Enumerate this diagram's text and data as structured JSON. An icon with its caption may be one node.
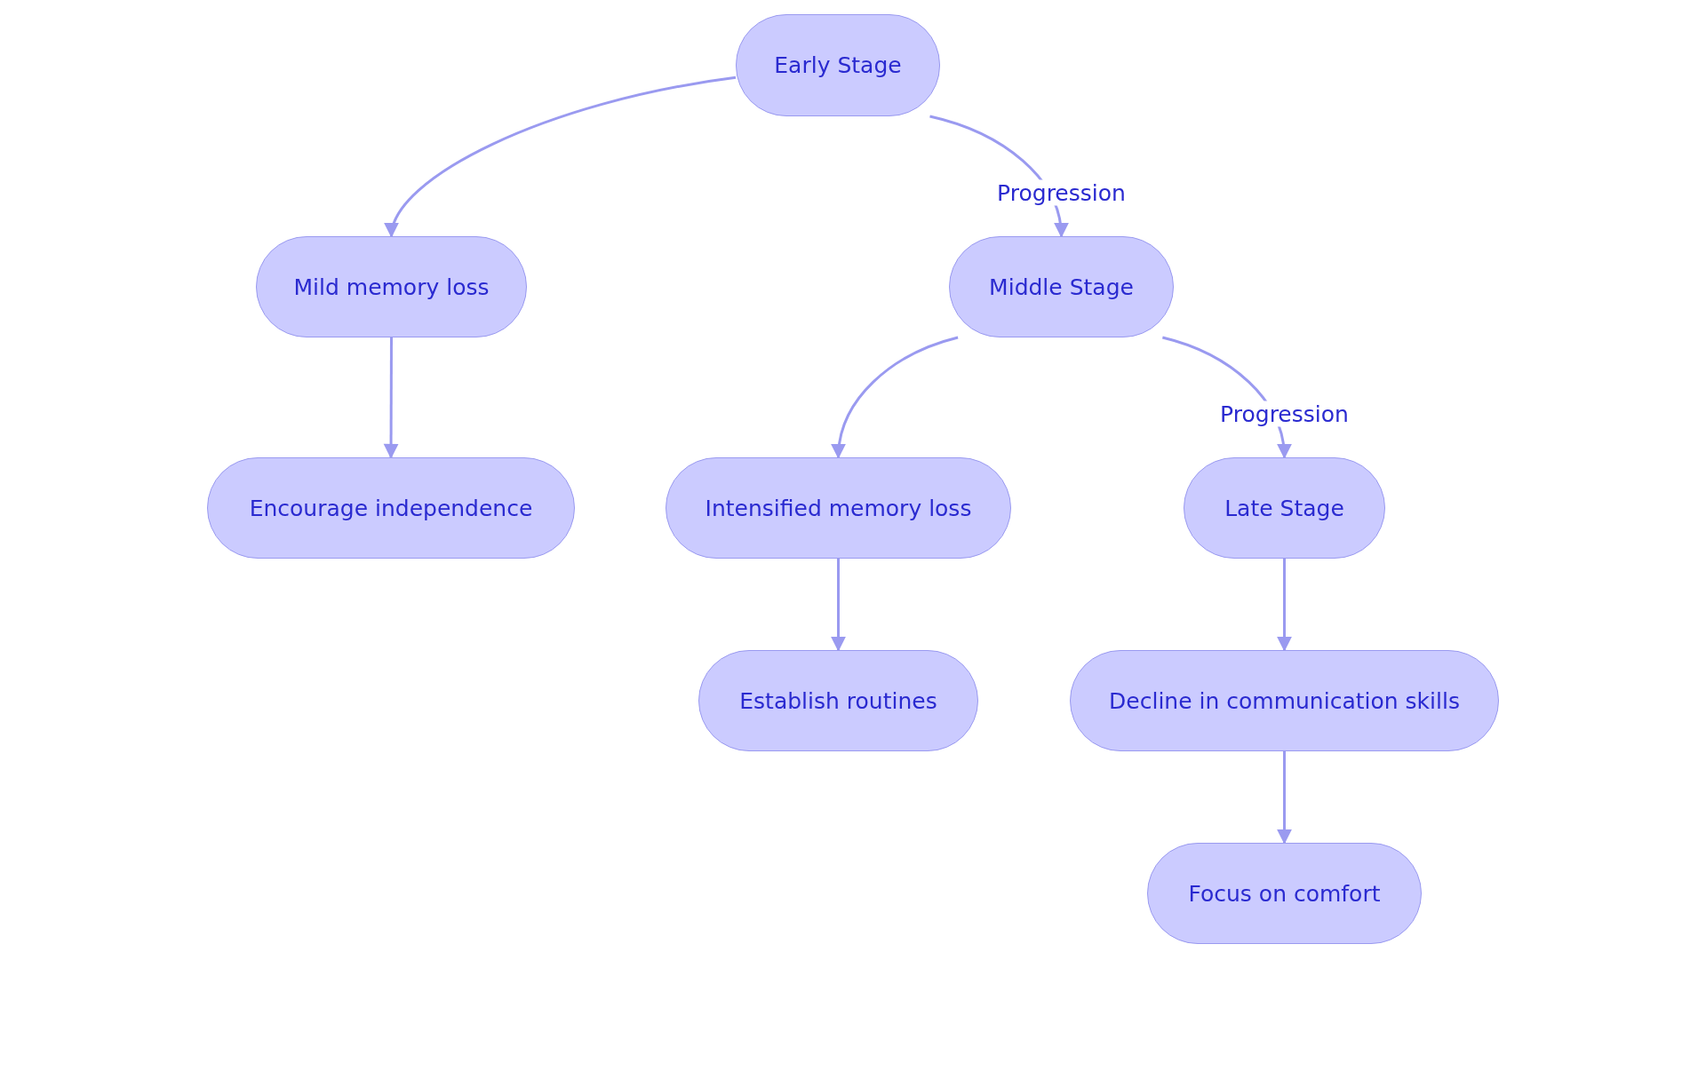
{
  "diagram": {
    "nodes": [
      {
        "text": [
          "Early Stage"
        ]
      },
      {
        "text": [
          "Mild memory loss"
        ]
      },
      {
        "text": [
          "Encourage independence"
        ]
      },
      {
        "text": [
          "Middle Stage"
        ]
      },
      {
        "text": [
          "Intensified memory loss"
        ]
      },
      {
        "text": [
          "Establish routines"
        ]
      },
      {
        "text": [
          "Late Stage"
        ]
      },
      {
        "text": [
          "Decline in communication skills"
        ]
      },
      {
        "text": [
          "Focus on comfort"
        ]
      }
    ],
    "edges": [
      {
        "from": 0,
        "to": 1,
        "arrow": "to"
      },
      {
        "from": 0,
        "to": 3,
        "arrow": "to",
        "label": "Progression"
      },
      {
        "from": 1,
        "to": 2,
        "arrow": "to"
      },
      {
        "from": 3,
        "to": 4,
        "arrow": "to"
      },
      {
        "from": 3,
        "to": 6,
        "arrow": "to",
        "label": "Progression"
      },
      {
        "from": 4,
        "to": 5,
        "arrow": "to"
      },
      {
        "from": 6,
        "to": 7,
        "arrow": "to"
      },
      {
        "from": 7,
        "to": 8,
        "arrow": "to"
      }
    ]
  }
}
